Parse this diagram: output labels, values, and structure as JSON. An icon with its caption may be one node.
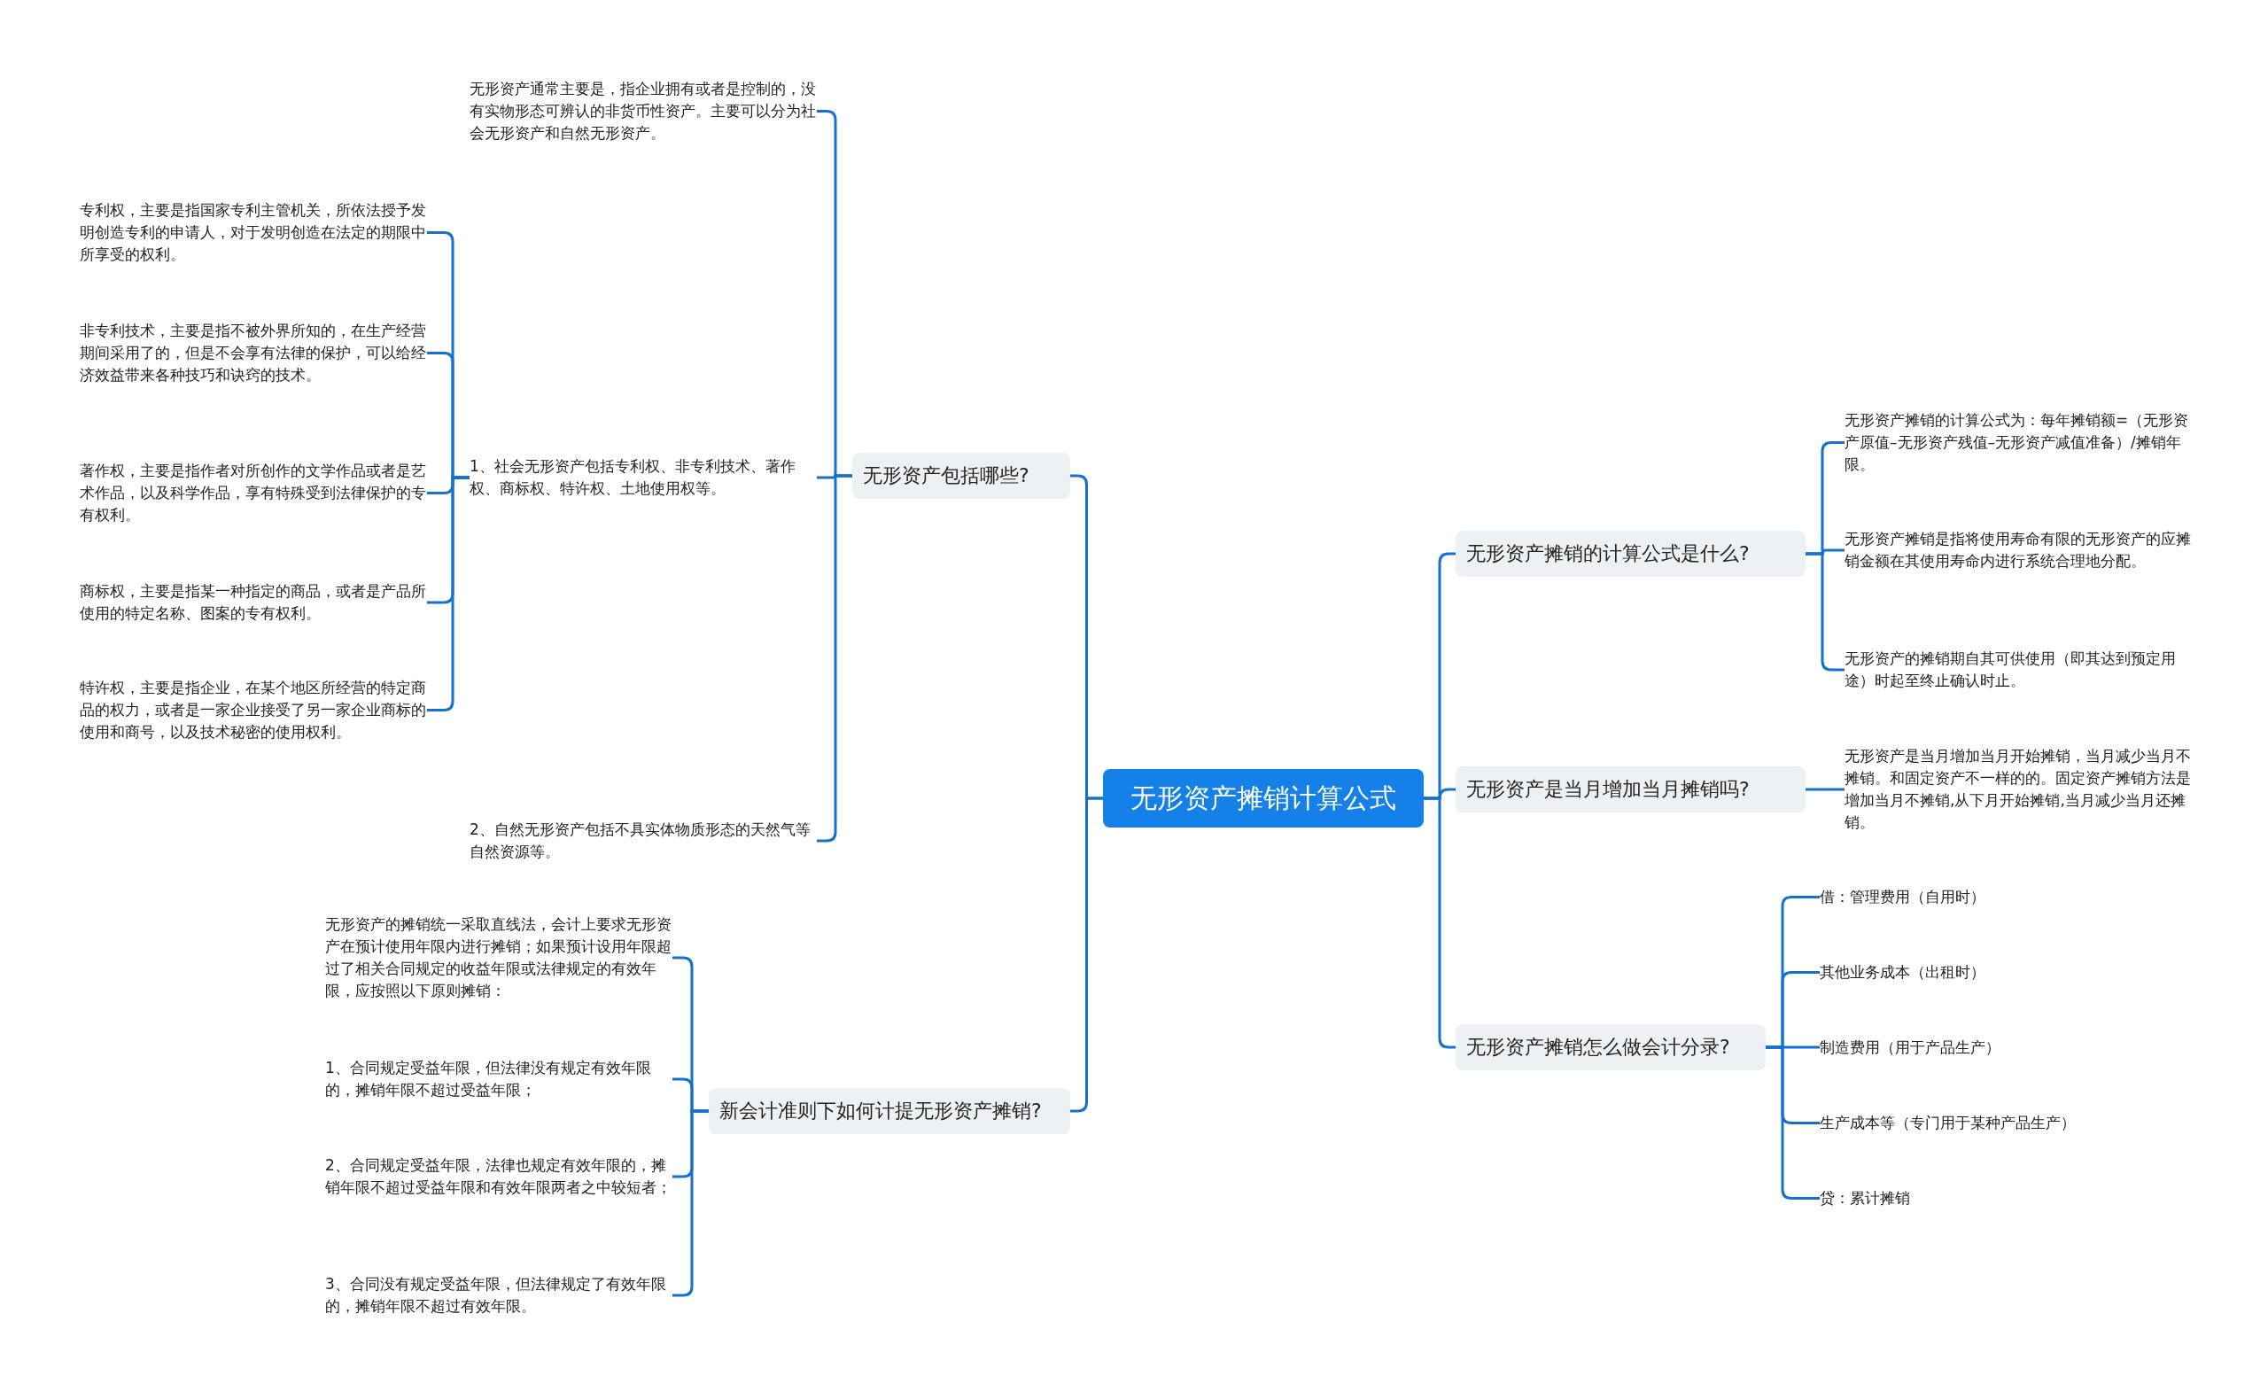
{
  "diagram": {
    "nodes": [
      {
        "text": [
          "无形资产摊销计算公式"
        ]
      },
      {
        "text": [
          "无形资产包括哪些?"
        ]
      },
      {
        "text": [
          "无形资产通常主要是，指企业拥有或者是控制的，没有实物形态可辨认的非货币性资产。主要可以分为社会无形资产和自然无形资产。"
        ]
      },
      {
        "text": [
          "1、社会无形资产包括专利权、非专利技术、著作权、商标权、特许权、土地使用权等。"
        ]
      },
      {
        "text": [
          "专利权，主要是指国家专利主管机关，所依法授予发明创造专利的申请人，对于发明创造在法定的期限中所享受的权利。"
        ]
      },
      {
        "text": [
          "非专利技术，主要是指不被外界所知的，在生产经营期间采用了的，但是不会享有法律的保护，可以给经济效益带来各种技巧和诀窍的技术。"
        ]
      },
      {
        "text": [
          "著作权，主要是指作者对所创作的文学作品或者是艺术作品，以及科学作品，享有特殊受到法律保护的专有权利。"
        ]
      },
      {
        "text": [
          "商标权，主要是指某一种指定的商品，或者是产品所使用的特定名称、图案的专有权利。"
        ]
      },
      {
        "text": [
          "特许权，主要是指企业，在某个地区所经营的特定商品的权力，或者是一家企业接受了另一家企业商标的使用和商号，以及技术秘密的使用权利。"
        ]
      },
      {
        "text": [
          "2、自然无形资产包括不具实体物质形态的天然气等自然资源等。"
        ]
      },
      {
        "text": [
          "新会计准则下如何计提无形资产摊销?"
        ]
      },
      {
        "text": [
          "无形资产的摊销统一采取直线法，会计上要求无形资产在预计使用年限内进行摊销；如果预计设用年限超过了相关合同规定的收益年限或法律规定的有效年限，应按照以下原则摊销："
        ]
      },
      {
        "text": [
          "1、合同规定受益年限，但法律没有规定有效年限的，摊销年限不超过受益年限；"
        ]
      },
      {
        "text": [
          "2、合同规定受益年限，法律也规定有效年限的，摊销年限不超过受益年限和有效年限两者之中较短者；"
        ]
      },
      {
        "text": [
          "3、合同没有规定受益年限，但法律规定了有效年限的，摊销年限不超过有效年限。"
        ]
      },
      {
        "text": [
          "无形资产摊销的计算公式是什么?"
        ]
      },
      {
        "text": [
          "无形资产摊销的计算公式为：每年摊销额=（无形资产原值–无形资产残值–无形资产减值准备）/摊销年限。"
        ]
      },
      {
        "text": [
          "无形资产摊销是指将使用寿命有限的无形资产的应摊销金额在其使用寿命内进行系统合理地分配。"
        ]
      },
      {
        "text": [
          "无形资产的摊销期自其可供使用（即其达到预定用途）时起至终止确认时止。"
        ]
      },
      {
        "text": [
          "无形资产是当月增加当月摊销吗?"
        ]
      },
      {
        "text": [
          "无形资产是当月增加当月开始摊销，当月减少当月不摊销。和固定资产不一样的的。固定资产摊销方法是增加当月不摊销,从下月开始摊销,当月减少当月还摊销。"
        ]
      },
      {
        "text": [
          "无形资产摊销怎么做会计分录?"
        ]
      },
      {
        "text": [
          "借：管理费用（自用时）"
        ]
      },
      {
        "text": [
          "其他业务成本（出租时）"
        ]
      },
      {
        "text": [
          "制造费用（用于产品生产）"
        ]
      },
      {
        "text": [
          "生产成本等（专门用于某种产品生产）"
        ]
      },
      {
        "text": [
          "贷：累计摊销"
        ]
      }
    ],
    "edges": [
      {
        "from": 0,
        "to": 1,
        "arrow": "none"
      },
      {
        "from": 1,
        "to": 2,
        "arrow": "none"
      },
      {
        "from": 1,
        "to": 3,
        "arrow": "none"
      },
      {
        "from": 3,
        "to": 4,
        "arrow": "none"
      },
      {
        "from": 3,
        "to": 5,
        "arrow": "none"
      },
      {
        "from": 3,
        "to": 6,
        "arrow": "none"
      },
      {
        "from": 3,
        "to": 7,
        "arrow": "none"
      },
      {
        "from": 3,
        "to": 8,
        "arrow": "none"
      },
      {
        "from": 1,
        "to": 9,
        "arrow": "none"
      },
      {
        "from": 0,
        "to": 10,
        "arrow": "none"
      },
      {
        "from": 10,
        "to": 11,
        "arrow": "none"
      },
      {
        "from": 10,
        "to": 12,
        "arrow": "none"
      },
      {
        "from": 10,
        "to": 13,
        "arrow": "none"
      },
      {
        "from": 10,
        "to": 14,
        "arrow": "none"
      },
      {
        "from": 0,
        "to": 15,
        "arrow": "none"
      },
      {
        "from": 15,
        "to": 16,
        "arrow": "none"
      },
      {
        "from": 15,
        "to": 17,
        "arrow": "none"
      },
      {
        "from": 15,
        "to": 18,
        "arrow": "none"
      },
      {
        "from": 0,
        "to": 19,
        "arrow": "none"
      },
      {
        "from": 19,
        "to": 20,
        "arrow": "none"
      },
      {
        "from": 0,
        "to": 21,
        "arrow": "none"
      },
      {
        "from": 21,
        "to": 22,
        "arrow": "none"
      },
      {
        "from": 21,
        "to": 23,
        "arrow": "none"
      },
      {
        "from": 21,
        "to": 24,
        "arrow": "none"
      },
      {
        "from": 21,
        "to": 25,
        "arrow": "none"
      },
      {
        "from": 21,
        "to": 26,
        "arrow": "none"
      }
    ]
  }
}
